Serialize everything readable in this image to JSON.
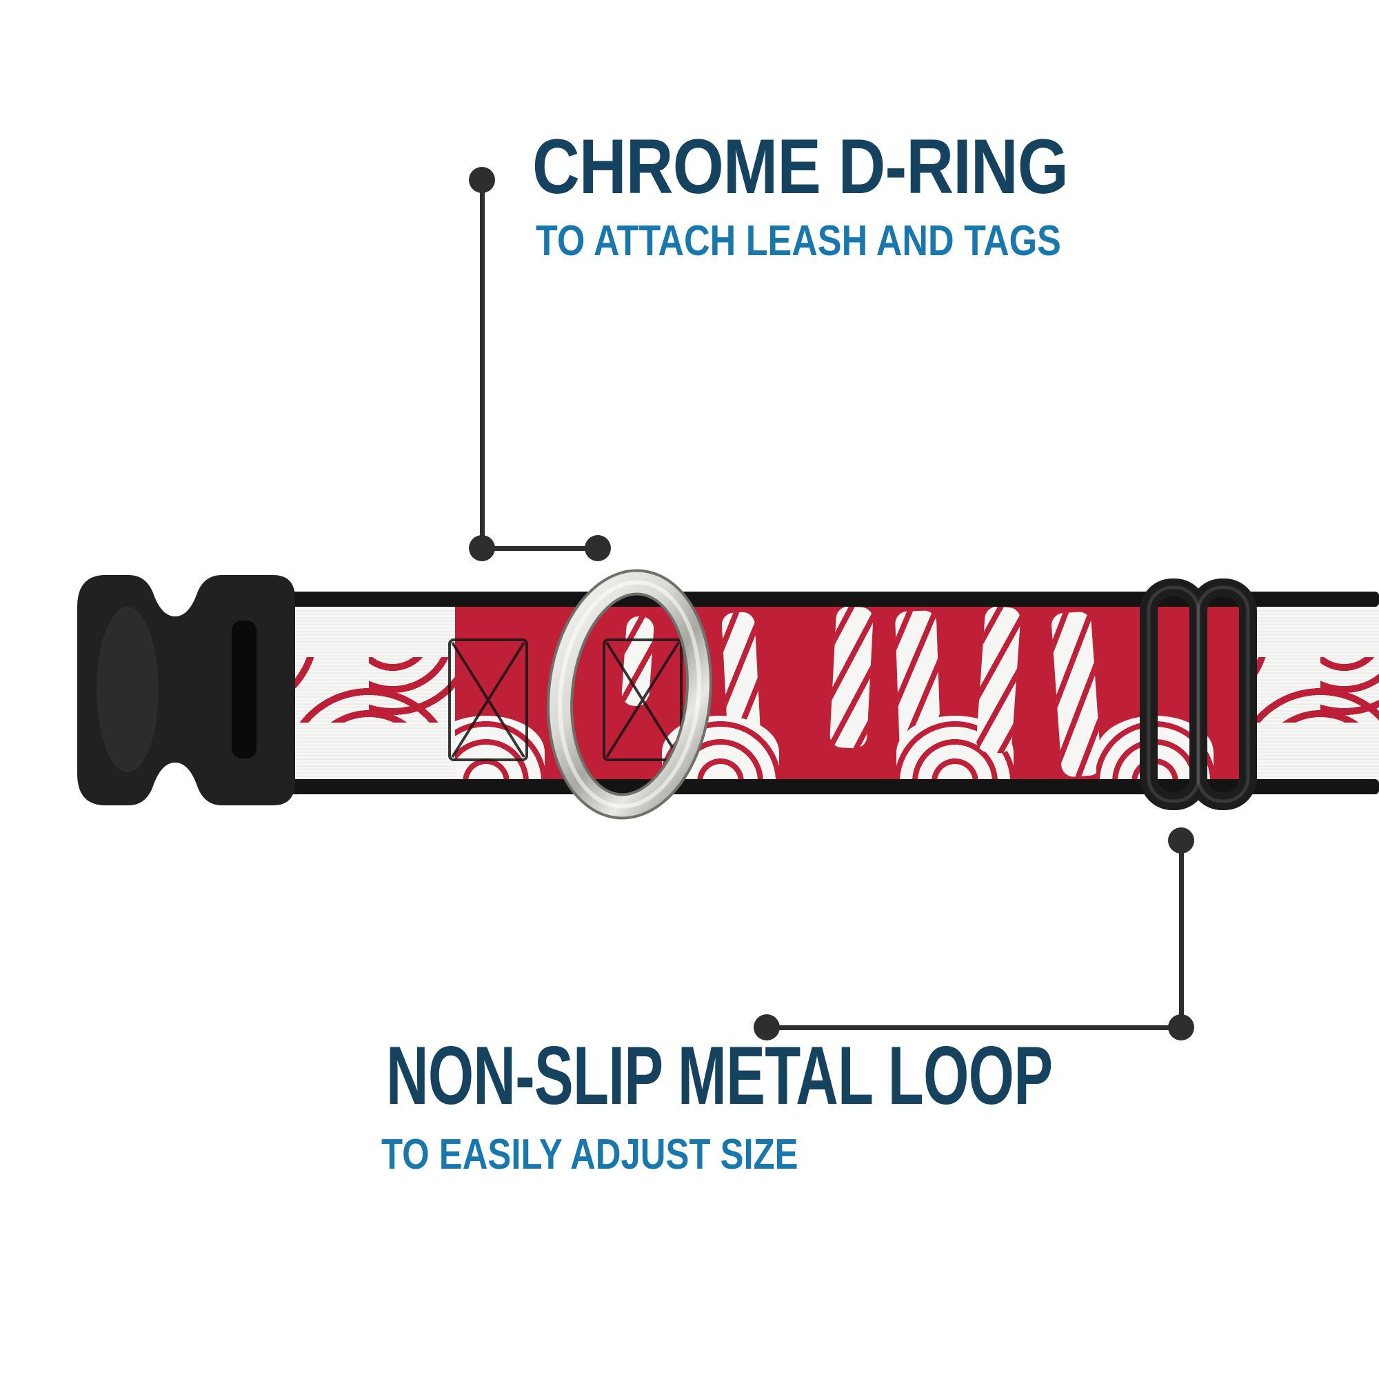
{
  "annotations": {
    "d_ring": {
      "title": "CHROME D-RING",
      "subtitle": "TO ATTACH LEASH AND TAGS"
    },
    "metal_loop": {
      "title": "NON-SLIP METAL LOOP",
      "subtitle": "TO EASILY ADJUST SIZE"
    }
  },
  "colors": {
    "title_navy": "#14425f",
    "subtitle_blue": "#1878ad",
    "callout_marker_dark": "#2e2e2e",
    "pattern_red": "#bf2038",
    "buckle_black": "#212121",
    "chrome_silver": "#cfcfca",
    "webbing_white": "#f6f6f4",
    "edge_black": "#141414"
  },
  "graphics": {
    "buckle": "black-plastic-side-release-buckle",
    "d_ring": "chrome-d-ring",
    "slider": "black-non-slip-metal-loop-slider",
    "strap": "red-and-white-wave-pattern-webbing",
    "stitching": "box-x-stitch"
  }
}
